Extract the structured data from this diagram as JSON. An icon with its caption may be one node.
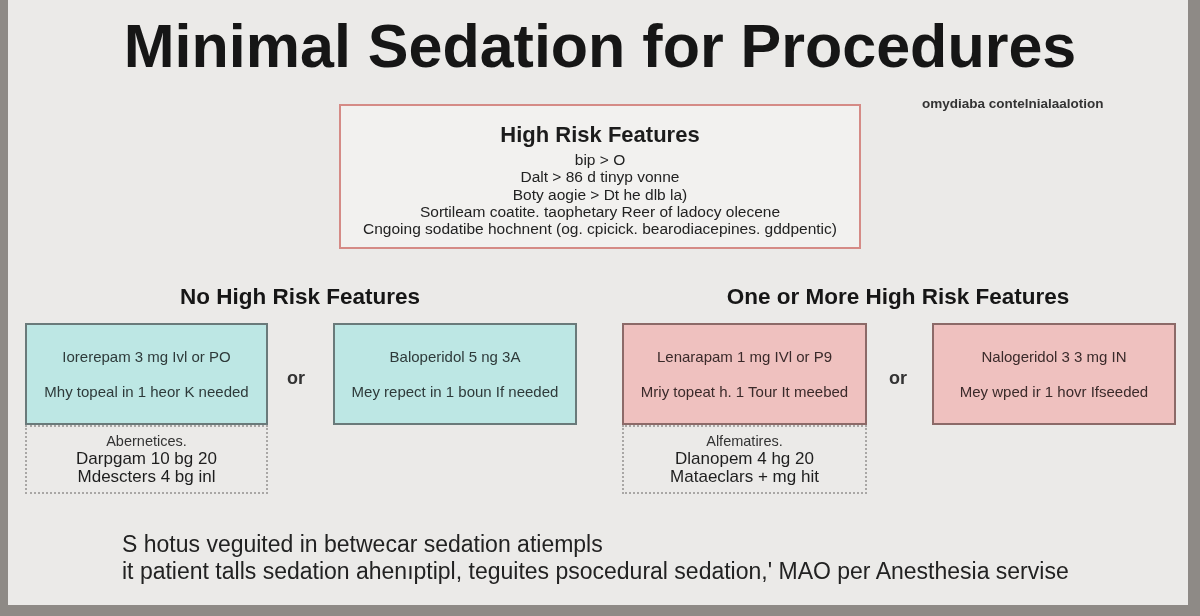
{
  "diagram": {
    "title": "Minimal Sedation for Procedures",
    "nodes": [
      {
        "text": [
          "High Risk Features",
          "bip > O",
          "Dalt > 86 d tinyp vonne",
          "Boty aogie > Dt he dlb la)",
          "Sortileam coatite. taophetary Reer of ladocy olecene",
          "Cngoing sodatibe hochnent (og. cpicick. bearodiacepines. gddpentic)"
        ]
      },
      {
        "text": [
          "Iorerepam 3 mg Ivl or PO",
          "Mhy topeal in 1 heor K needed"
        ]
      },
      {
        "text": [
          "Baloperidol 5 ng 3A",
          "Mey repect in 1 boun If needed"
        ]
      },
      {
        "text": [
          "Lenarapam 1 mg IVl or P9",
          "Mriy topeat h. 1 Tour It meebed"
        ]
      },
      {
        "text": [
          "Nalogeridol 3 3 mg IN",
          "Mey wped ir 1 hovr Ifseeded"
        ]
      },
      {
        "text": [
          "Abernetices.",
          "Darpgam 10 bg 20",
          "Mdescters 4 bg inl"
        ]
      },
      {
        "text": [
          "Alfematires.",
          "Dlanopem 4 hg 20",
          "Mataeclars + mg hit"
        ]
      }
    ],
    "labels": [
      "omydiaba contelnialaalotion",
      "No High Risk Features",
      "One or More High Risk Features",
      "or",
      "or",
      "S hotus veguited in betwecar sedation atiempls",
      "it patient talls sedation ahenıptipl, teguites psocedural sedation,' MAO per Anesthesia servise"
    ]
  }
}
